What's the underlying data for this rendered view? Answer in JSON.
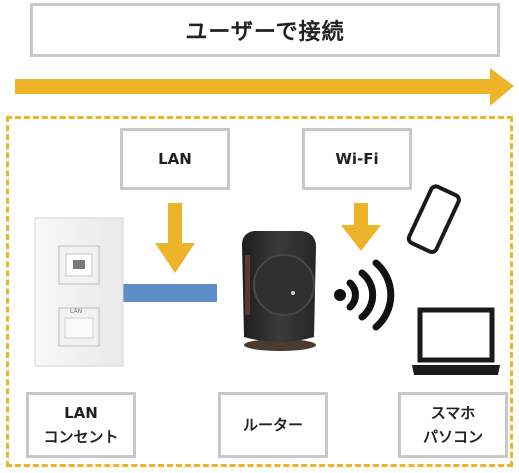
{
  "title": "ユーザーで接続",
  "labels": {
    "lan": "LAN",
    "wifi": "Wi-Fi",
    "lan_outlet_line1": "LAN",
    "lan_outlet_line2": "コンセント",
    "router": "ルーター",
    "smartphone_line1": "スマホ",
    "smartphone_line2": "パソコン"
  },
  "wall_port_text": "LAN",
  "colors": {
    "accent_yellow": "#eeb429",
    "cable_blue": "#5d8ec9",
    "box_border": "#c8c8c8",
    "router_body": "#2b2b2b"
  },
  "icons": [
    "wall-outlet-icon",
    "router-icon",
    "wifi-signal-icon",
    "smartphone-icon",
    "laptop-icon"
  ]
}
